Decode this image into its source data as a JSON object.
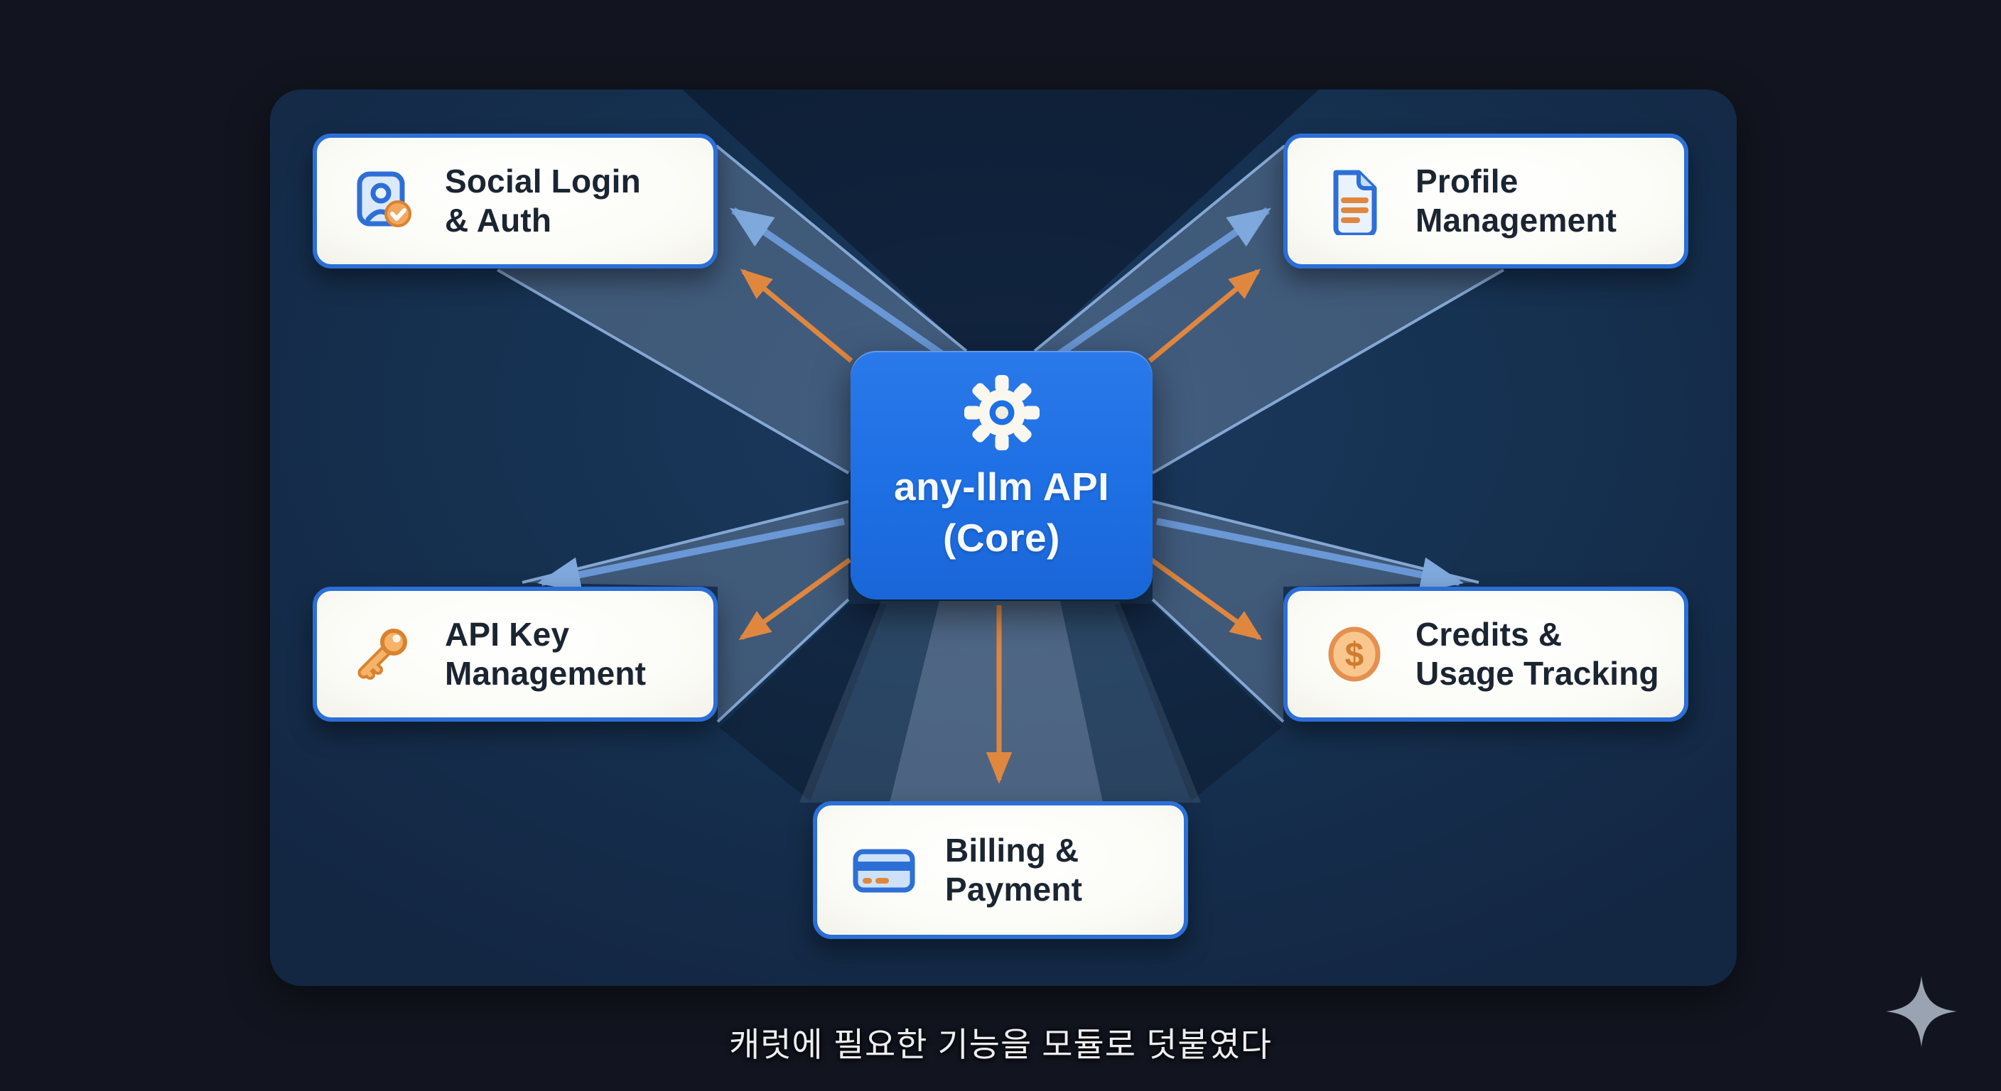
{
  "scene": {
    "background": "#12151f",
    "panel_background": "#163252"
  },
  "diagram": {
    "center_node": {
      "icon": "gear",
      "line1": "any-llm API",
      "line2": "(Core)",
      "color": "#1e6fe4",
      "text_color": "#f6f9fd"
    },
    "nodes": [
      {
        "id": "social-login",
        "icon": "user-check",
        "line1": "Social Login",
        "line2": "& Auth"
      },
      {
        "id": "profile",
        "icon": "document",
        "line1": "Profile",
        "line2": "Management"
      },
      {
        "id": "api-key",
        "icon": "key",
        "line1": "API Key",
        "line2": "Management"
      },
      {
        "id": "credits",
        "icon": "coin-dollar",
        "line1": "Credits &",
        "line2": "Usage Tracking"
      },
      {
        "id": "billing",
        "icon": "credit-card",
        "line1": "Billing &",
        "line2": "Payment"
      }
    ],
    "colors": {
      "card_border": "#2b6fd7",
      "card_background": "#fdfdfa",
      "card_text": "#1b2531",
      "arrow_orange": "#e0873f",
      "arrow_blue": "#6a97d6",
      "beam_edge": "#8fb2e0",
      "icon_blue": "#2d6fd6",
      "icon_orange": "#e8984f"
    }
  },
  "caption": {
    "text": "캐럿에 필요한 기능을 모듈로 덧붙였다",
    "color": "#ececf1"
  },
  "watermark": {
    "icon": "sparkle",
    "color": "#9aa3b2"
  }
}
